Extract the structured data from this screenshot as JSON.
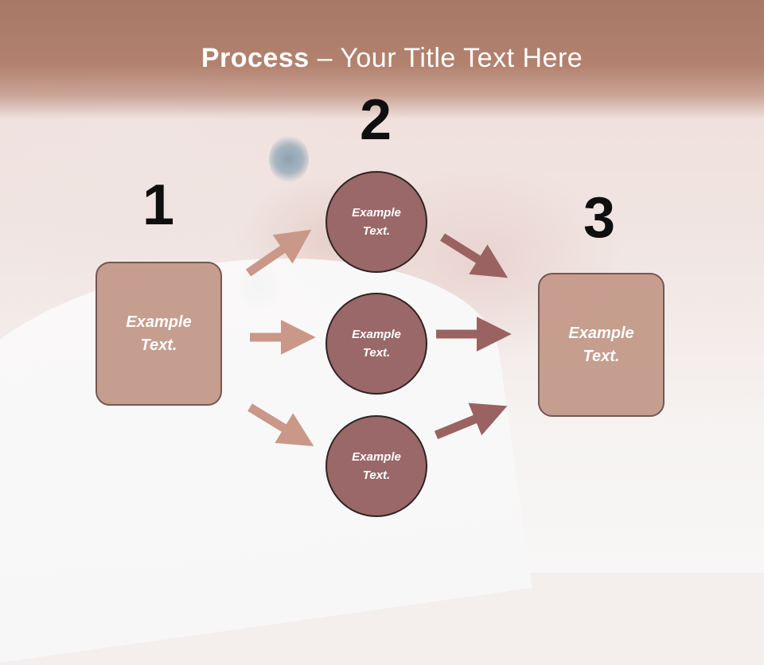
{
  "title": {
    "bold": "Process",
    "rest": " – Your Title Text Here"
  },
  "steps": {
    "one": "1",
    "two": "2",
    "three": "3"
  },
  "left_box": {
    "line1": "Example",
    "line2": "Text."
  },
  "right_box": {
    "line1": "Example",
    "line2": "Text."
  },
  "circles": [
    {
      "line1": "Example",
      "line2": "Text."
    },
    {
      "line1": "Example",
      "line2": "Text."
    },
    {
      "line1": "Example",
      "line2": "Text."
    }
  ],
  "colors": {
    "header": "#a77866",
    "box_fill": "#c49a8a",
    "circle_fill": "#9a6868",
    "arrow_light": "#c99888",
    "arrow_dark": "#9b6262"
  }
}
